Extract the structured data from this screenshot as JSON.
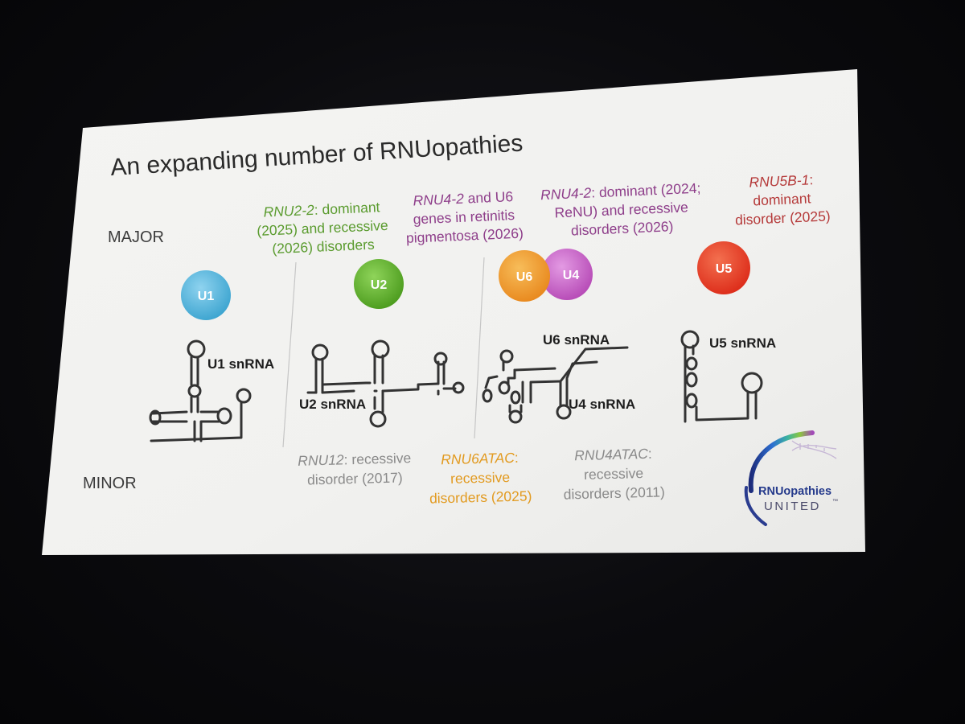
{
  "slide": {
    "title": "An expanding number of RNUopathies",
    "major_label": "MAJOR",
    "minor_label": "MINOR"
  },
  "complexes": {
    "u1": {
      "circle": "U1",
      "rna": "U1 snRNA",
      "color": "#4fb3d9"
    },
    "u2": {
      "circle": "U2",
      "rna": "U2 snRNA",
      "color": "#5bb027"
    },
    "u6": {
      "circle": "U6",
      "rna": "U6 snRNA",
      "color": "#ef9a2a"
    },
    "u4": {
      "circle": "U4",
      "rna": "U4 snRNA",
      "color": "#c259c2"
    },
    "u5": {
      "circle": "U5",
      "rna": "U5 snRNA",
      "color": "#e63a26"
    }
  },
  "notes": {
    "rnu2": {
      "gene": "RNU2-2",
      "line1_rest": ": dominant",
      "line2": "(2025) and recessive",
      "line3": "(2026) disorders"
    },
    "rnu4_u6": {
      "gene": "RNU4-2",
      "line1_rest": " and U6",
      "line2": "genes in retinitis",
      "line3": "pigmentosa (2026)"
    },
    "rnu4": {
      "gene": "RNU4-2",
      "line1_rest": ": dominant (2024;",
      "line2": "ReNU) and recessive",
      "line3": "disorders (2026)"
    },
    "rnu5": {
      "gene": "RNU5B-1",
      "line1_rest": ":",
      "line2": "dominant",
      "line3": "disorder (2025)"
    },
    "rnu12": {
      "gene": "RNU12",
      "line1_rest": ": recessive",
      "line2": "disorder (2017)"
    },
    "rnu6atac": {
      "gene": "RNU6ATAC",
      "line1_rest": ":",
      "line2": "recessive",
      "line3": "disorders (2025)"
    },
    "rnu4atac": {
      "gene": "RNU4ATAC",
      "line1_rest": ":",
      "line2": "recessive",
      "line3": "disorders (2011)"
    }
  },
  "logo": {
    "brand": "RNUopathies",
    "sub": "UNITED",
    "tm": "™"
  }
}
